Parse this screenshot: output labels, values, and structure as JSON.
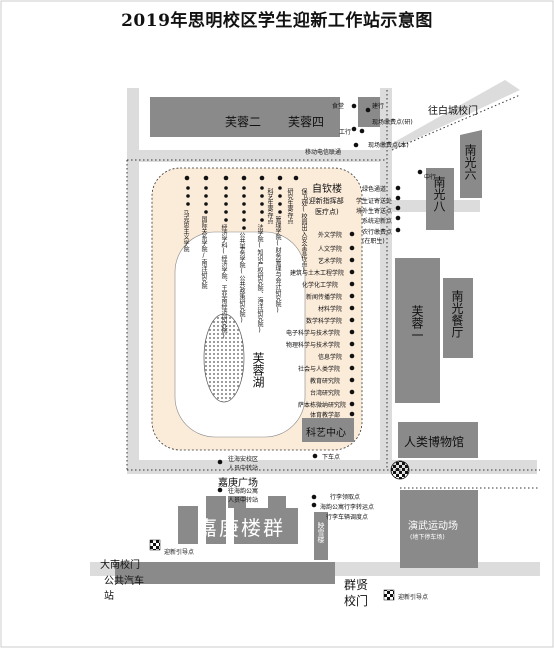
{
  "title": "2019年思明校区学生迎新工作站示意图",
  "buildings": {
    "furong2": "芙蓉二",
    "furong4": "芙蓉四",
    "furong1": "芙蓉一",
    "nanguang6": "南光六",
    "nanguang8": "南光八",
    "nanguang_canteen": "南光餐厅",
    "anthropology_museum": "人类博物馆",
    "keyi_center": "科艺中心",
    "yanwu_stadium": "演武运动场",
    "yanwu_stadium_note": "(地下停车场)",
    "jiageng_group": "嘉庚楼群",
    "yingxue_building": "映雪楼",
    "furong_lake": "芙蓉湖",
    "zijin_building": "自钦楼",
    "zijin_note1": "(迎新指挥部",
    "zijin_note2": "医疗点)",
    "jiageng_square": "嘉庚广场"
  },
  "gates": {
    "baicheng_gate": "往白城校门",
    "danan_gate": "大南校门",
    "danan_bus": "公共汽车站",
    "qunxian_gate": "群贤校门"
  },
  "top_stations": [
    "食堂",
    "建行",
    "工行",
    "现场缴费点(研)",
    "现场缴费点(本)",
    "移动电信联通"
  ],
  "right_stations": [
    "绿色通道",
    "中行",
    "学生证寄送处",
    "境外生寄送点",
    "系统迎新点",
    "农行缴费点(在职生)"
  ],
  "top_columns": [
    "马克思主义学院",
    "国际关系学院/南洋研究院",
    "经济学科(经济学院、王亚南经济研究院)",
    "公共事务学院(公共政策研究院)",
    "法学院(知识产权研究院、海洋研究院)",
    "管理学院(财务管理与会计研究院)",
    "科艺生寄存点",
    "研究生寄存点",
    "保卫处(校园出入安全宣传点)"
  ],
  "college_list": [
    "外文学院",
    "人文学院",
    "艺术学院",
    "建筑与土木工程学院",
    "化学化工学院",
    "新闻传播学院",
    "材料学院",
    "数学科学学院",
    "电子科学与技术学院",
    "物理科学与技术学院",
    "信息学院",
    "社会与人类学院",
    "教育研究院",
    "台湾研究院",
    "萨本栋微纳研究院",
    "体育教学部"
  ],
  "bottom_stations": {
    "haiyun_transfer": "往海安校区",
    "haiyun_transfer2": "人员中转站",
    "haiyun_apartments": "往海韵公寓",
    "haiyun_apartments2": "人员中转站",
    "luggage1": "行李领取点",
    "luggage2": "海韵公寓行李转运点",
    "luggage3": "行李车辆调度点",
    "drop_off": "下车点",
    "guide_left": "迎新引导点",
    "guide_right": "迎新引导点"
  }
}
